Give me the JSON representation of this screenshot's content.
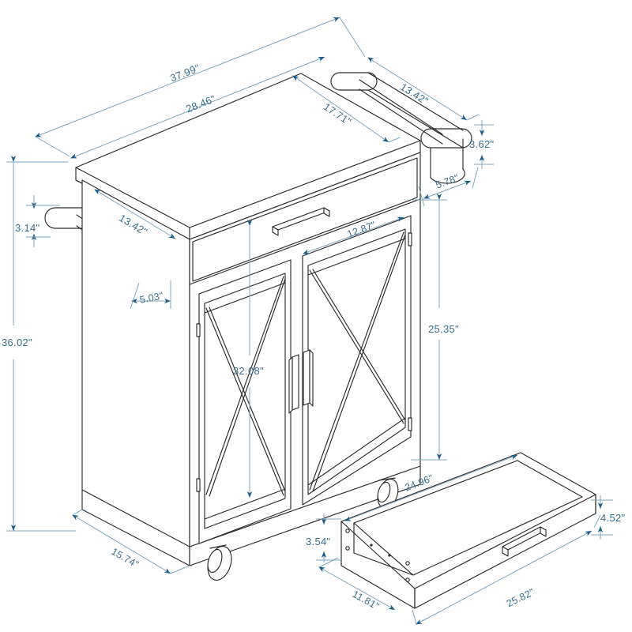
{
  "drawing": {
    "title": "Kitchen Cart Dimensioned Technical Drawing",
    "unit": "inch",
    "line_color": "#2a2a2a",
    "dimension_color": "#3b6e8f",
    "arrow_color": "#1f5d86",
    "background": "#ffffff"
  },
  "dimensions": {
    "overall_width_with_racks": "37.99\"",
    "cabinet_top_width": "28.46\"",
    "top_depth": "17.71\"",
    "side_rack_depth_left": "13.42\"",
    "side_rack_depth_right": "13.42\"",
    "towel_bar_height": "3.14\"",
    "towel_bar_projection": "5.03\"",
    "right_rack_height": "3.62\"",
    "drawer_front_height": "5.78\"",
    "door_width": "12.87\"",
    "cabinet_body_height": "32.08\"",
    "door_height": "25.35\"",
    "overall_height": "36.02\"",
    "cabinet_depth": "15.74\"",
    "drawer_inner_width": "24.96\"",
    "drawer_box_height_front": "3.54\"",
    "drawer_side_depth": "11.81\"",
    "drawer_outer_width": "25.82\"",
    "drawer_outer_height": "4.52\""
  },
  "parts": [
    {
      "name": "countertop",
      "label": "Countertop"
    },
    {
      "name": "drawer-front",
      "label": "Drawer front"
    },
    {
      "name": "left-barn-door",
      "label": "Left barn door"
    },
    {
      "name": "right-barn-door",
      "label": "Right barn door"
    },
    {
      "name": "left-towel-rack",
      "label": "Left towel rack"
    },
    {
      "name": "right-towel-rack",
      "label": "Right towel rack"
    },
    {
      "name": "caster-wheel-front",
      "label": "Front caster wheel"
    },
    {
      "name": "caster-wheel-rear",
      "label": "Rear caster wheel"
    },
    {
      "name": "detached-drawer-box",
      "label": "Detached drawer box"
    }
  ]
}
